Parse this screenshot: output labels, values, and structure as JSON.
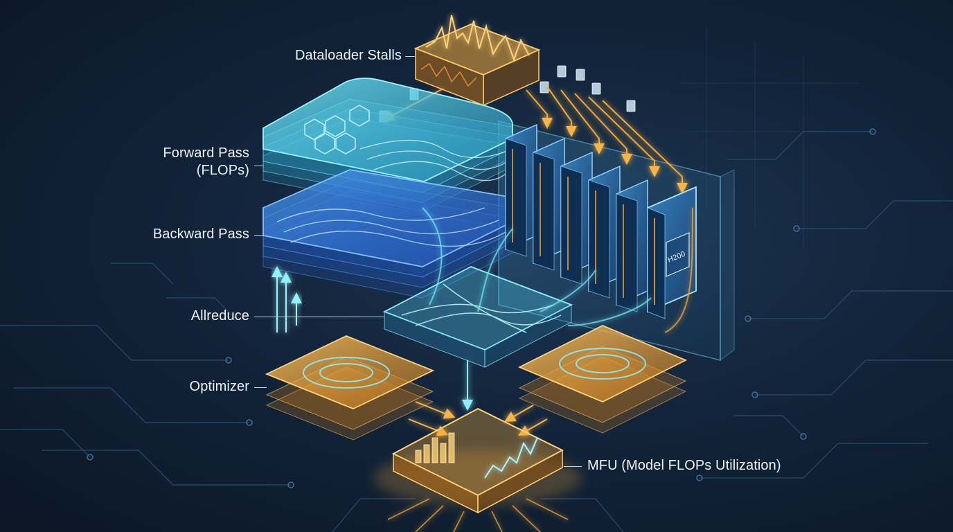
{
  "labels": {
    "dataloader": "Dataloader Stalls",
    "forward_line1": "Forward Pass",
    "forward_line2": "(FLOPs)",
    "backward": "Backward Pass",
    "allreduce": "Allreduce",
    "optimizer": "Optimizer",
    "mfu": "MFU (Model FLOPs Utilization)",
    "gpu_chip": "H200"
  },
  "colors": {
    "background": "#12243a",
    "cyan": "#5fd8f0",
    "blue": "#3a8ef0",
    "orange": "#f2a93b",
    "label": "#eef3f8"
  }
}
